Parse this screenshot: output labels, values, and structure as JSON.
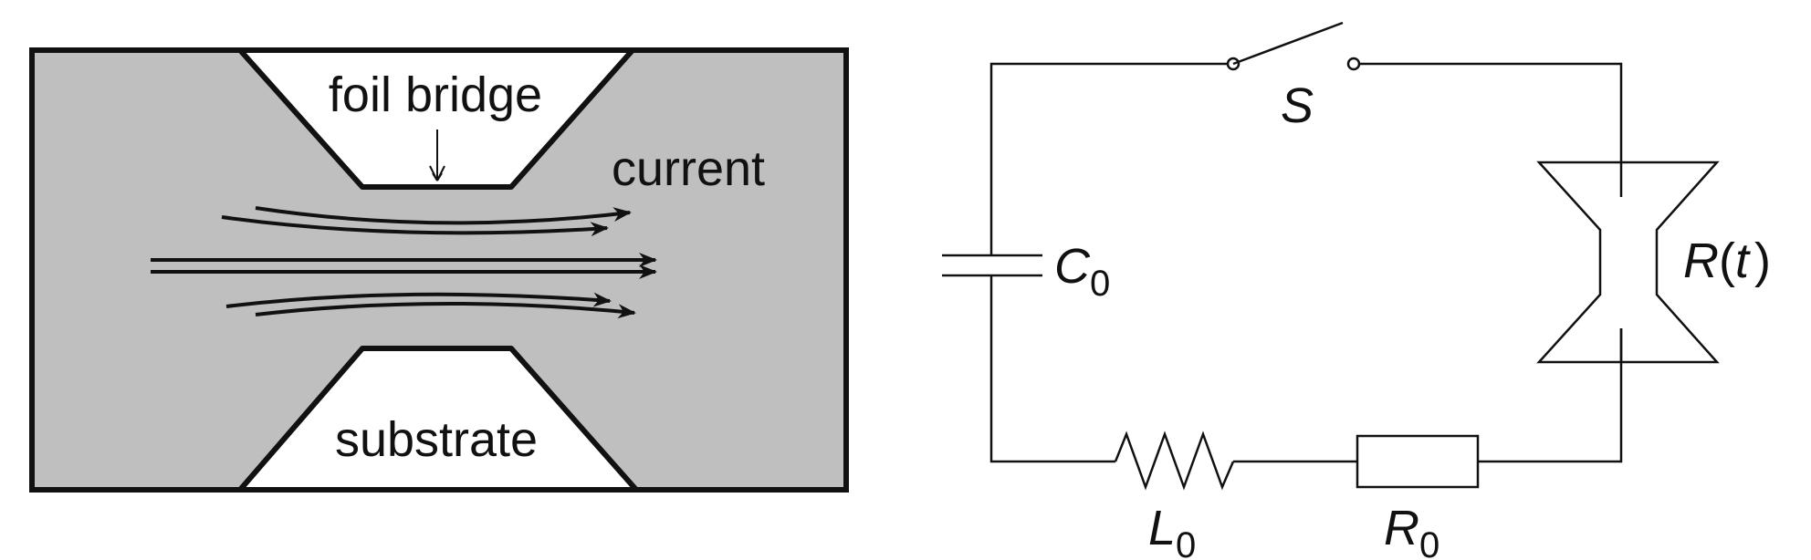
{
  "bridge_diagram": {
    "foil_bridge_label": "foil bridge",
    "current_label": "current",
    "substrate_label": "substrate",
    "colors": {
      "foil": "#bfbfbf",
      "outline": "#111111",
      "substrate": "#ffffff"
    }
  },
  "circuit": {
    "switch_label": "S",
    "capacitor_label": "C",
    "capacitor_sub": "0",
    "inductor_label": "L",
    "inductor_sub": "0",
    "resistor_label": "R",
    "resistor_sub": "0",
    "load_label_main": "R",
    "load_label_open": "(",
    "load_label_var": "t",
    "load_label_close": ")"
  }
}
